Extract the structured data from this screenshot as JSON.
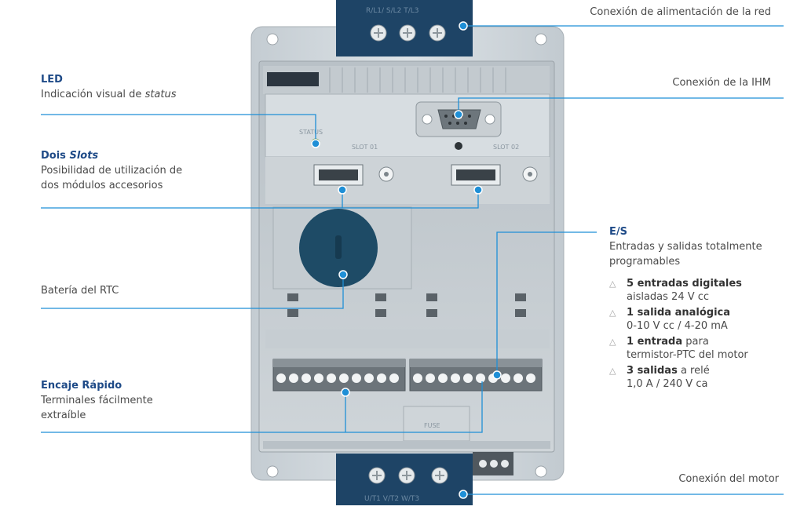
{
  "device": {
    "top_terminals": "R/L1/ S/L2 T/L3",
    "bottom_terminals": "U/T1 V/T2 W/T3",
    "status_text": "STATUS",
    "slot1_text": "SLOT 01",
    "slot2_text": "SLOT 02",
    "fuse_text": "FUSE"
  },
  "labels": {
    "red": {
      "text": "Conexión de alimentación de la red"
    },
    "ihm": {
      "text": "Conexión de la IHM"
    },
    "motor": {
      "text": "Conexión del motor"
    },
    "led": {
      "title": "LED",
      "desc": "Indicación visual de",
      "desc_em": "status"
    },
    "slots": {
      "title_a": "Dois",
      "title_b": "Slots",
      "desc1": "Posibilidad de utilización de",
      "desc2": "dos módulos accesorios"
    },
    "rtc": {
      "text": "Batería del RTC"
    },
    "encaje": {
      "title": "Encaje Rápido",
      "desc1": "Terminales fácilmente",
      "desc2": "extraíble"
    },
    "es": {
      "title": "E/S",
      "desc1": "Entradas y salidas totalmente",
      "desc2": "programables",
      "items": [
        {
          "bold": "5 entradas digitales",
          "rest": "",
          "sub": "aisladas 24 V cc"
        },
        {
          "bold": "1 salida analógica",
          "rest": "",
          "sub": "0-10 V cc / 4-20 mA"
        },
        {
          "bold": "1 entrada",
          "rest": "para",
          "sub": "termistor-PTC del motor"
        },
        {
          "bold": "3 salidas",
          "rest": "a relé",
          "sub": "1,0 A / 240 V ca"
        }
      ]
    }
  },
  "colors": {
    "leader": "#1f8fd6",
    "title": "#1e4a87",
    "cover": "#1e4466",
    "battery": "#1e4b66"
  }
}
